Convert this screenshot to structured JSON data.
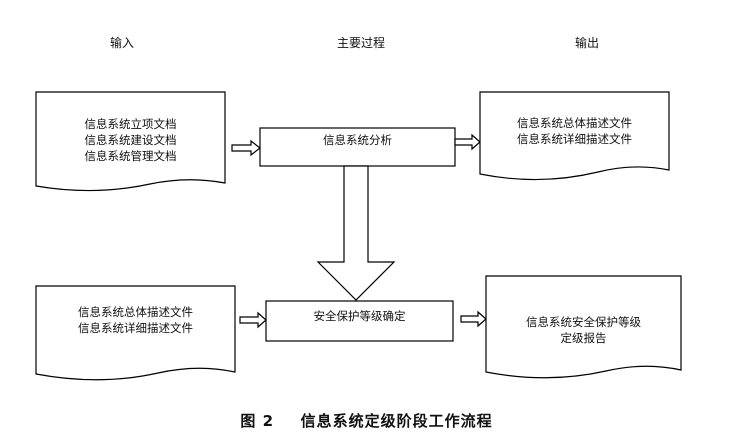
{
  "headers": {
    "input": "输入",
    "process": "主要过程",
    "output": "输出"
  },
  "doc_input_1": {
    "lines": [
      "信息系统立项文档",
      "信息系统建设文档",
      "信息系统管理文档"
    ]
  },
  "process_1": "信息系统分析",
  "doc_output_1": {
    "lines": [
      "信息系统总体描述文件",
      "信息系统详细描述文件"
    ]
  },
  "doc_input_2": {
    "lines": [
      "信息系统总体描述文件",
      "信息系统详细描述文件"
    ]
  },
  "process_2": "安全保护等级确定",
  "doc_output_2": {
    "lines": [
      "信息系统安全保护等级",
      "定级报告"
    ]
  },
  "caption": {
    "label": "图 2",
    "title": "信息系统定级阶段工作流程"
  }
}
